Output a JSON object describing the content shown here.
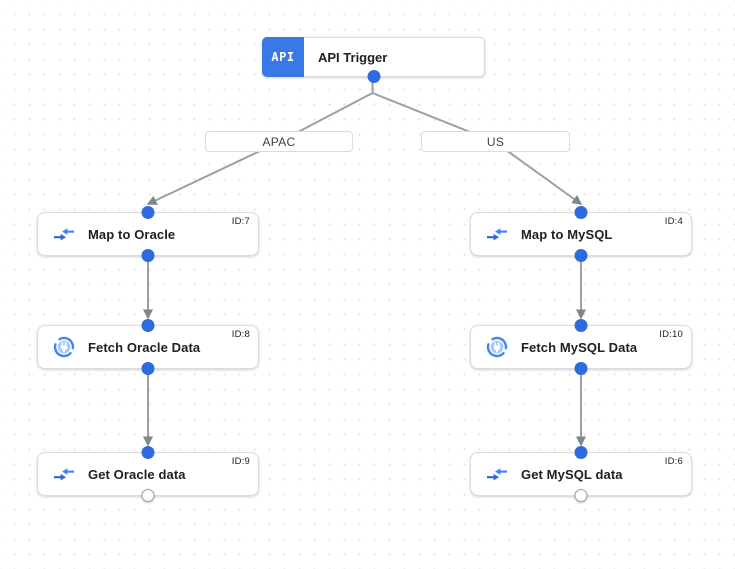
{
  "trigger": {
    "badge_text": "API",
    "title": "API Trigger"
  },
  "branches": [
    {
      "label": "APAC",
      "nodes": [
        {
          "id_label": "ID:7",
          "title": "Map to Oracle",
          "icon": "data-mapping-icon"
        },
        {
          "id_label": "ID:8",
          "title": "Fetch Oracle Data",
          "icon": "connector-icon"
        },
        {
          "id_label": "ID:9",
          "title": "Get Oracle data",
          "icon": "data-mapping-icon"
        }
      ]
    },
    {
      "label": "US",
      "nodes": [
        {
          "id_label": "ID:4",
          "title": "Map to MySQL",
          "icon": "data-mapping-icon"
        },
        {
          "id_label": "ID:10",
          "title": "Fetch MySQL Data",
          "icon": "connector-icon"
        },
        {
          "id_label": "ID:6",
          "title": "Get MySQL data",
          "icon": "data-mapping-icon"
        }
      ]
    }
  ],
  "colors": {
    "trigger_badge_blue": "#3b78e7",
    "port_dot_blue": "#2d6bdf",
    "edge_gray": "#9aa0a6",
    "arrowhead_gray": "#80868b",
    "node_border_gray": "#dadce0",
    "mapping_icon_blue": "#4285f4",
    "mapping_icon_blue_dark": "#3367d6",
    "connector_icon_inner_blue": "#a8c7fa"
  }
}
